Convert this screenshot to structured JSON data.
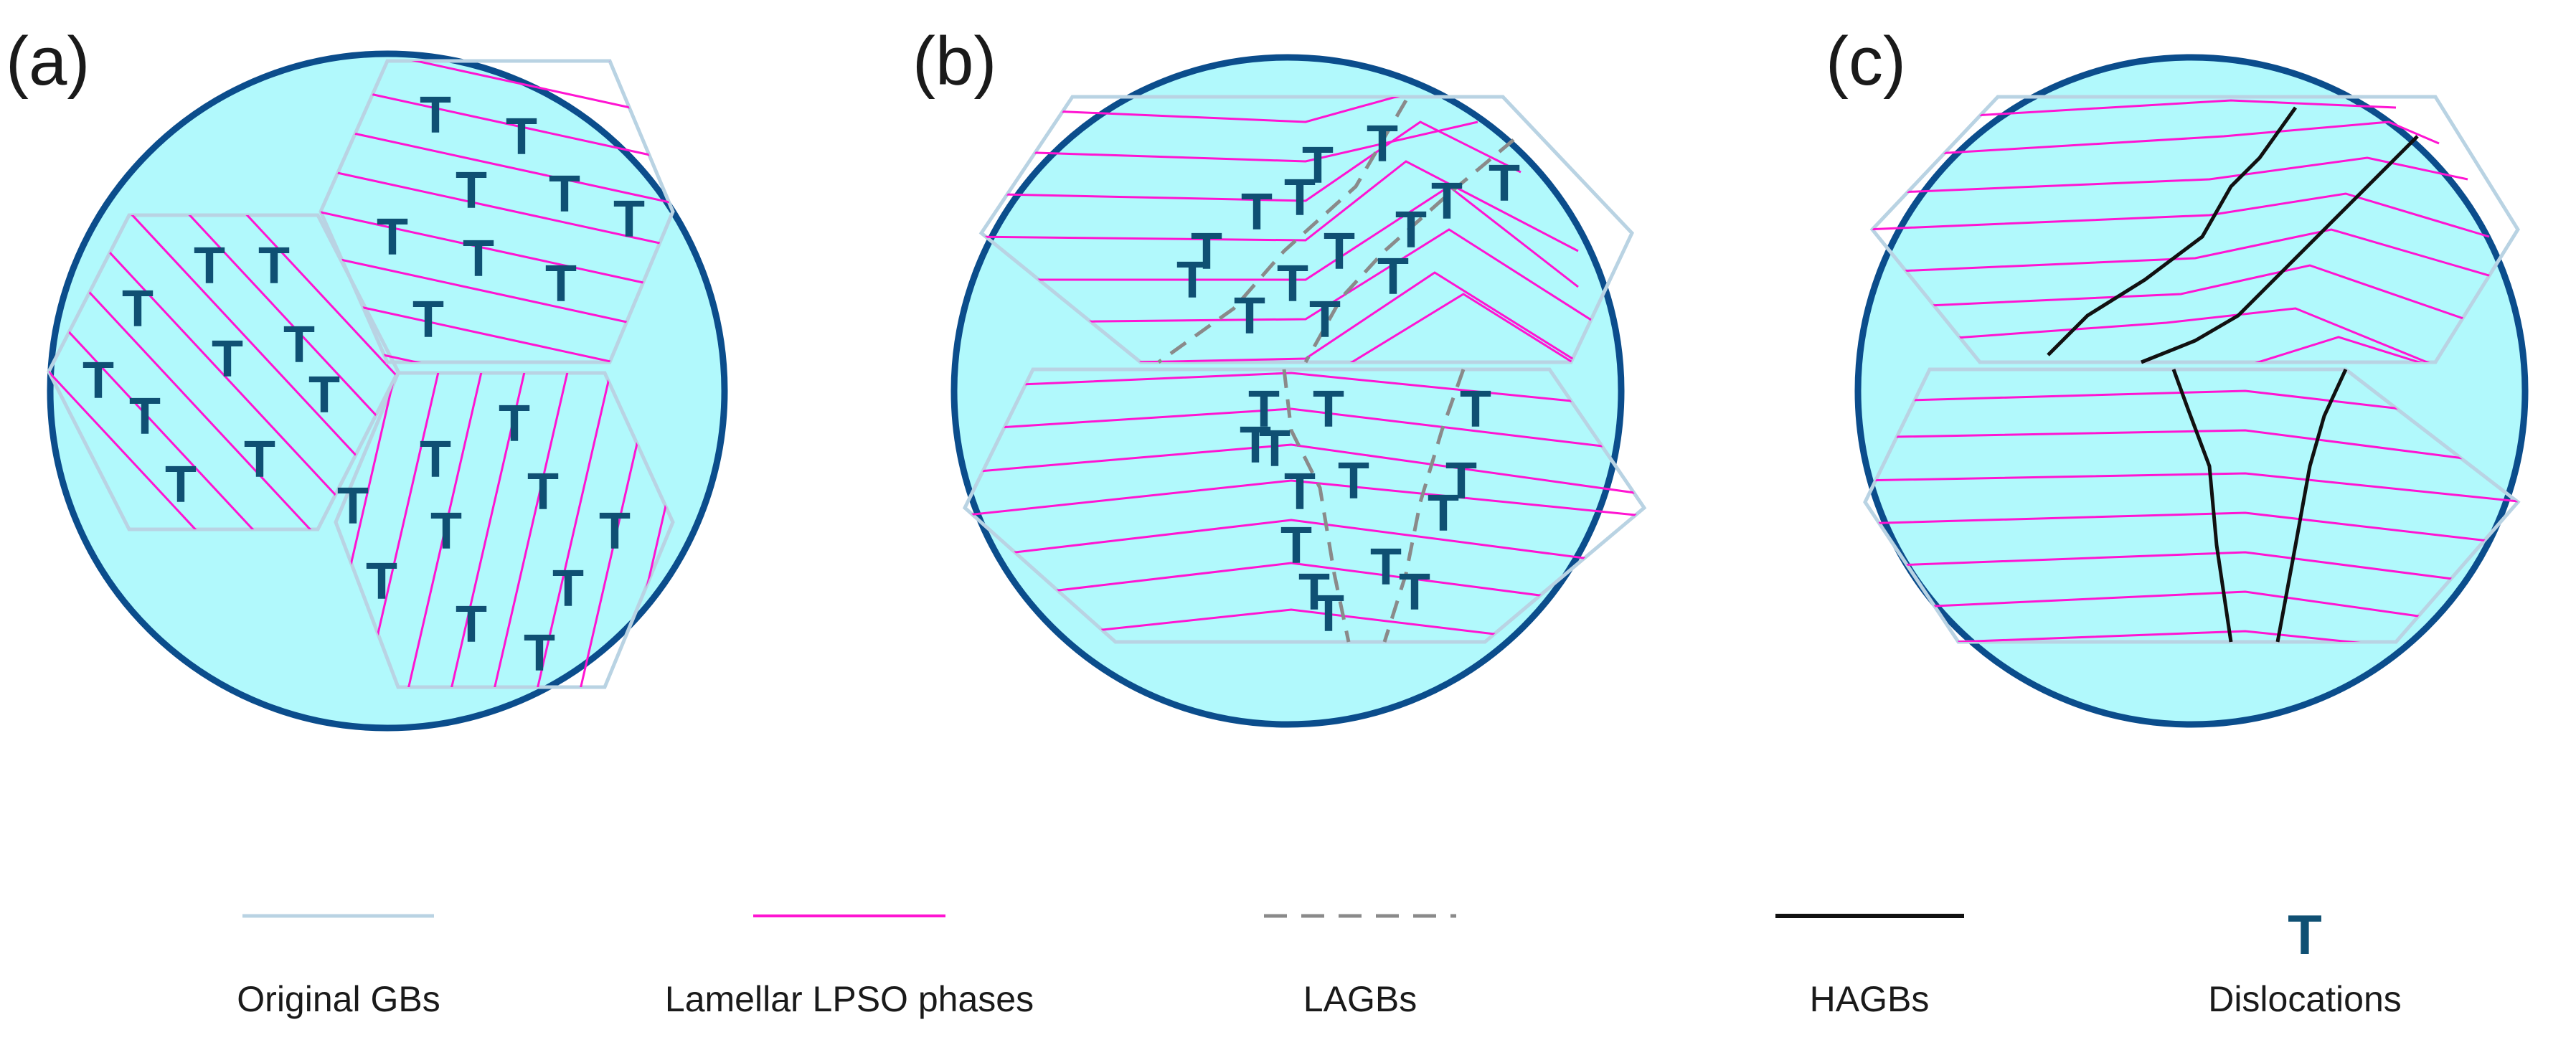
{
  "panels": [
    {
      "label": "(a)"
    },
    {
      "label": "(b)"
    },
    {
      "label": "(c)"
    }
  ],
  "dislocation_symbol": "T",
  "legend": [
    {
      "key": "original_gbs",
      "label": "Original GBs",
      "color": "#b9d3e3",
      "style": "solid"
    },
    {
      "key": "lpso",
      "label": "Lamellar LPSO phases",
      "color": "#ff14d2",
      "style": "solid"
    },
    {
      "key": "lagbs",
      "label": "LAGBs",
      "color": "#8a8a8a",
      "style": "dashed"
    },
    {
      "key": "hagbs",
      "label": "HAGBs",
      "color": "#111111",
      "style": "solid"
    },
    {
      "key": "dislocations",
      "label": "Dislocations",
      "color": "#0f5073",
      "style": "symbol"
    }
  ],
  "colors": {
    "circle_fill": "#b1f9fc",
    "circle_stroke": "#0b4d8c"
  }
}
